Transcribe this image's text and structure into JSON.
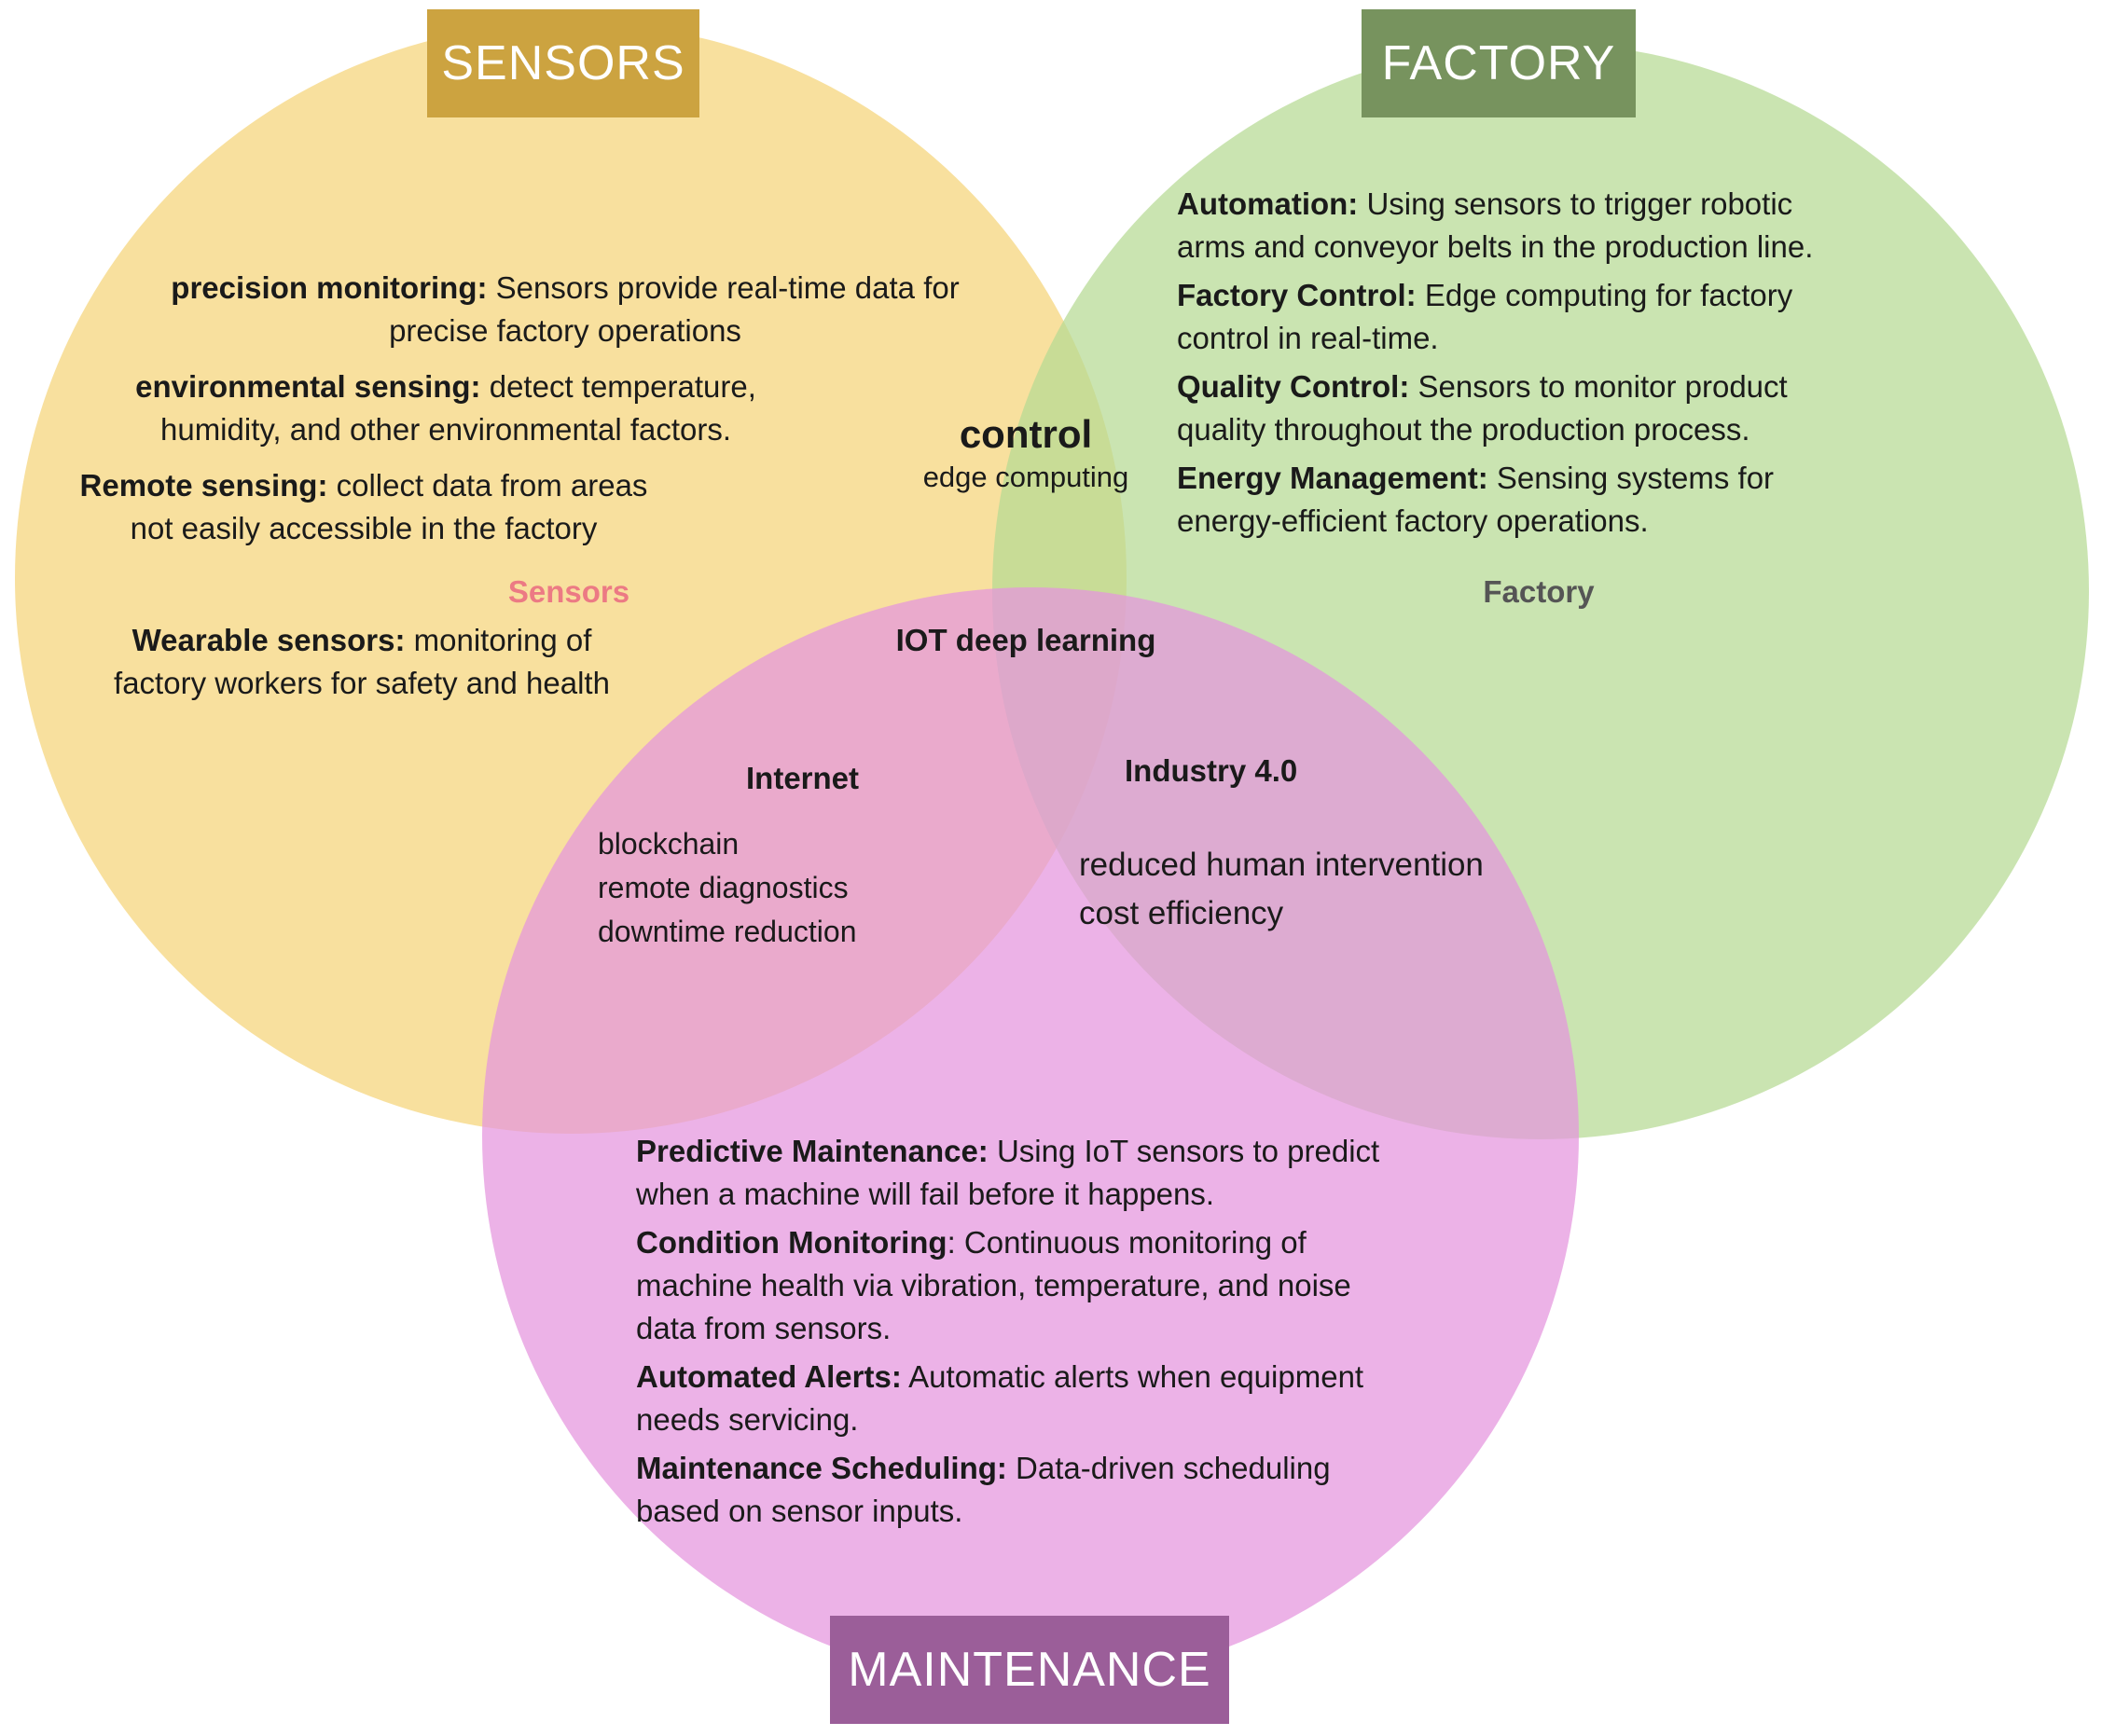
{
  "colors": {
    "sensors_circle": "#F5D478",
    "factory_circle": "#B5D993",
    "maintenance_circle": "#E494DE",
    "sensors_banner": "#CCA340",
    "factory_banner": "#77935E",
    "maintenance_banner": "#9B5E99",
    "sensors_label": "#EC7A84",
    "factory_label": "#555555"
  },
  "banners": {
    "sensors": "SENSORS",
    "factory": "FACTORY",
    "maintenance": "MAINTENANCE"
  },
  "sensors": {
    "label": "Sensors",
    "items": [
      {
        "term": "precision monitoring:",
        "text": " Sensors provide real-time data for precise factory operations"
      },
      {
        "term": "environmental sensing:",
        "text": " detect temperature, humidity, and other environmental factors."
      },
      {
        "term": "Remote sensing:",
        "text": " collect data from areas not easily accessible in the factory"
      },
      {
        "term": "Wearable sensors:",
        "text": " monitoring of factory workers for safety and health"
      }
    ]
  },
  "factory": {
    "label": "Factory",
    "items": [
      {
        "term": "Automation:",
        "text": " Using sensors to trigger robotic arms and conveyor belts in the production line."
      },
      {
        "term": "Factory Control:",
        "text": " Edge computing for factory control in real-time."
      },
      {
        "term": "Quality Control:",
        "text": " Sensors to monitor product quality throughout the production process."
      },
      {
        "term": "Energy Management:",
        "text": " Sensing systems for energy-efficient factory operations."
      }
    ]
  },
  "maintenance": {
    "items": [
      {
        "term": "Predictive Maintenance:",
        "text": " Using IoT sensors to predict when a machine will fail before it happens."
      },
      {
        "term": "Condition Monitoring",
        "text": ": Continuous monitoring of machine health via vibration, temperature, and noise data from sensors."
      },
      {
        "term": "Automated Alerts:",
        "text": " Automatic alerts when equipment needs servicing."
      },
      {
        "term": "Maintenance Scheduling:",
        "text": " Data-driven scheduling based on sensor inputs."
      }
    ]
  },
  "sensors_factory": {
    "title": "control",
    "subtitle": "edge computing"
  },
  "center": {
    "title": "IOT deep learning"
  },
  "sensors_maintenance": {
    "title": "Internet",
    "items": [
      "blockchain",
      "remote diagnostics",
      "downtime reduction"
    ]
  },
  "factory_maintenance": {
    "title": "Industry 4.0",
    "items": [
      "reduced human intervention",
      "cost efficiency"
    ]
  }
}
